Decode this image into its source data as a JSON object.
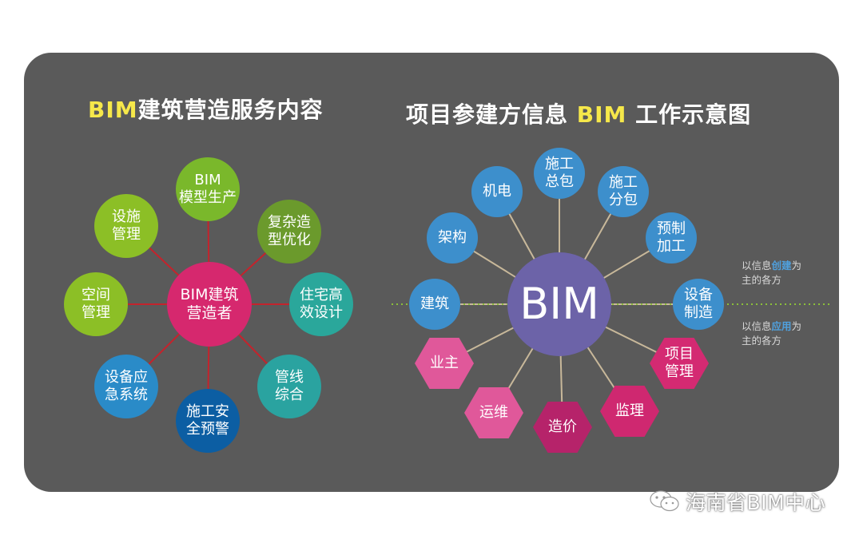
{
  "left": {
    "title_prefix": "BIM",
    "title_rest": "建筑营造服务内容",
    "center": "BIM建筑\n营造者",
    "nodes": [
      {
        "label": "BIM\n模型生产",
        "color": "#7ab82b"
      },
      {
        "label": "复杂造\n型优化",
        "color": "#6b9a2c"
      },
      {
        "label": "住宅高\n效设计",
        "color": "#2aa79b"
      },
      {
        "label": "管线\n综合",
        "color": "#2aa3a0"
      },
      {
        "label": "施工安\n全预警",
        "color": "#0c5ea3"
      },
      {
        "label": "设备应\n急系统",
        "color": "#2a8bc8"
      },
      {
        "label": "空间\n管理",
        "color": "#8cbf26"
      },
      {
        "label": "设施\n管理",
        "color": "#8cbf26"
      }
    ],
    "center_color": "#d6286e",
    "line_color": "#c4232c"
  },
  "right": {
    "title_prefix": "项目参建方信息 ",
    "title_hl": "BIM",
    "title_suffix": " 工作示意图",
    "center": "BIM",
    "center_color": "#6c63a8",
    "line_color": "#c8b89a",
    "blue_nodes": [
      {
        "label": "建筑"
      },
      {
        "label": "架构"
      },
      {
        "label": "机电"
      },
      {
        "label": "施工\n总包"
      },
      {
        "label": "施工\n分包"
      },
      {
        "label": "预制\n加工"
      },
      {
        "label": "设备\n制造"
      }
    ],
    "hex_nodes": [
      {
        "label": "业主"
      },
      {
        "label": "运维"
      },
      {
        "label": "造价"
      },
      {
        "label": "监理"
      },
      {
        "label": "项目\n管理"
      }
    ]
  },
  "notes": {
    "top_a": "以信息",
    "top_hl": "创建",
    "top_b": "为\n主的各方",
    "bottom_a": "以信息",
    "bottom_hl": "应用",
    "bottom_b": "为\n主的各方"
  },
  "watermark": "海南省BIM中心"
}
